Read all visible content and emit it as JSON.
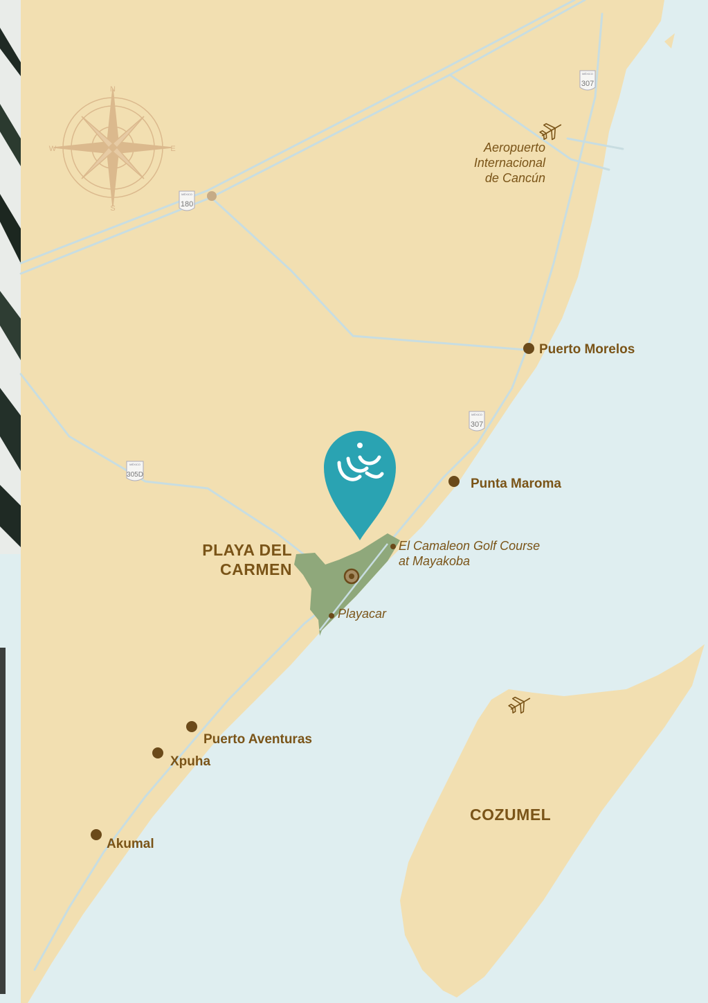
{
  "colors": {
    "land": "#f2dfb1",
    "sea": "#dfeef0",
    "road": "#c8dde1",
    "town_dot": "#6b4a1a",
    "label": "#7a5418",
    "zone": "#8fa87b",
    "pin": "#2aa3b2",
    "compass": "#d9b58a"
  },
  "icons": {
    "compass": "compass-rose-icon",
    "airport": "airplane-icon",
    "pin": "location-pin-icon",
    "shield": "highway-shield-icon"
  },
  "compass": {
    "n": "N",
    "e": "E",
    "s": "S",
    "w": "W"
  },
  "highways": {
    "h307_top": "307",
    "h180": "180",
    "h307_mid": "307",
    "h305d": "305D",
    "country": "MÉXICO"
  },
  "places": {
    "airport_l1": "Aeropuerto",
    "airport_l2": "Internacional",
    "airport_l3": "de Cancún",
    "puerto_morelos": "Puerto Morelos",
    "punta_maroma": "Punta Maroma",
    "playa_l1": "PLAYA DEL",
    "playa_l2": "CARMEN",
    "camaleon_l1": "El Camaleon Golf Course",
    "camaleon_l2": "at Mayakoba",
    "playacar": "Playacar",
    "puerto_aventuras": "Puerto Aventuras",
    "xpuha": "Xpuha",
    "akumal": "Akumal",
    "cozumel": "COZUMEL"
  }
}
